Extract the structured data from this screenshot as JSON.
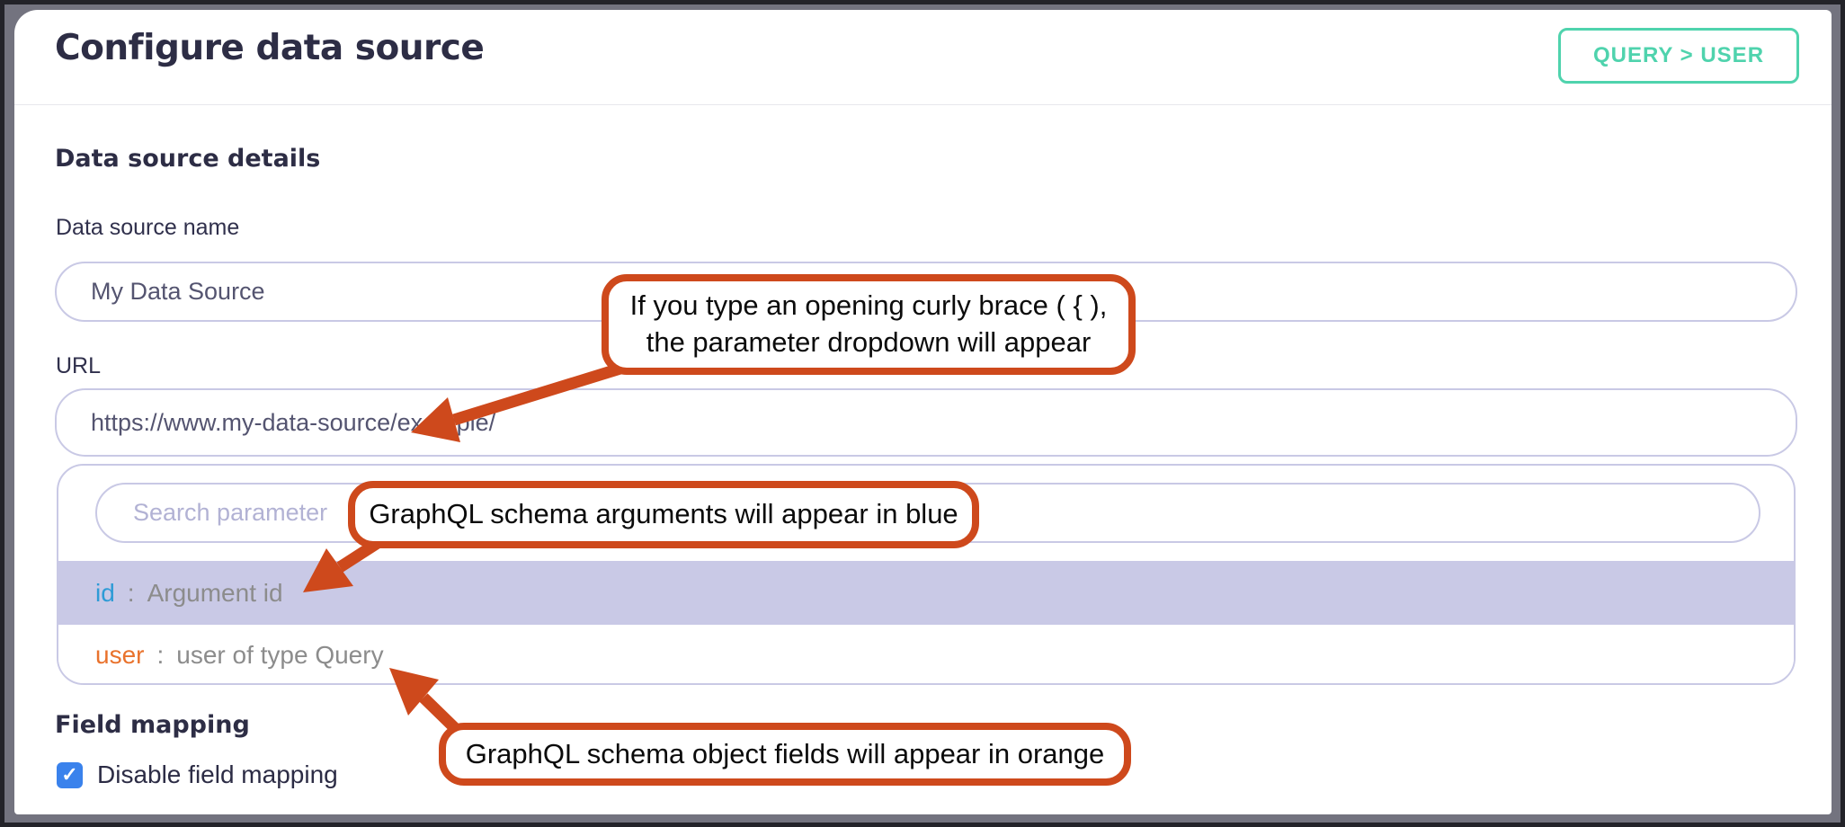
{
  "header": {
    "title": "Configure data source",
    "badge_label": "QUERY > USER"
  },
  "sections": {
    "details_heading": "Data source details",
    "field_mapping_heading": "Field mapping"
  },
  "fields": {
    "name": {
      "label": "Data source name",
      "value": "My Data Source"
    },
    "url": {
      "label": "URL",
      "value": "https://www.my-data-source/example/"
    }
  },
  "dropdown": {
    "search_placeholder": "Search parameter",
    "items": [
      {
        "name": "id",
        "separator": ":",
        "description": "Argument id",
        "kind": "argument",
        "color": "#2e9bd6",
        "highlighted": true
      },
      {
        "name": "user",
        "separator": ":",
        "description": "user of type Query",
        "kind": "object-field",
        "color": "#e9722c",
        "highlighted": false
      }
    ]
  },
  "field_mapping": {
    "checkbox_label": "Disable field mapping",
    "checked": true
  },
  "callouts": {
    "brace": {
      "line1": "If you type an opening curly brace ( { ),",
      "line2": "the parameter dropdown will appear"
    },
    "blue": {
      "text": "GraphQL schema arguments will appear in blue"
    },
    "orange": {
      "text": "GraphQL schema object fields will appear in orange"
    }
  },
  "icons": {
    "checkmark": "✓"
  },
  "colors": {
    "accent_teal": "#4fd3ad",
    "annotation_orange": "#ce491c",
    "argument_blue": "#2e9bd6",
    "object_field_orange": "#e9722c",
    "row_highlight": "#c9c9e6",
    "input_border": "#c9c9e5",
    "checkbox_blue": "#3a82ec",
    "heading_navy": "#2d2d45"
  }
}
